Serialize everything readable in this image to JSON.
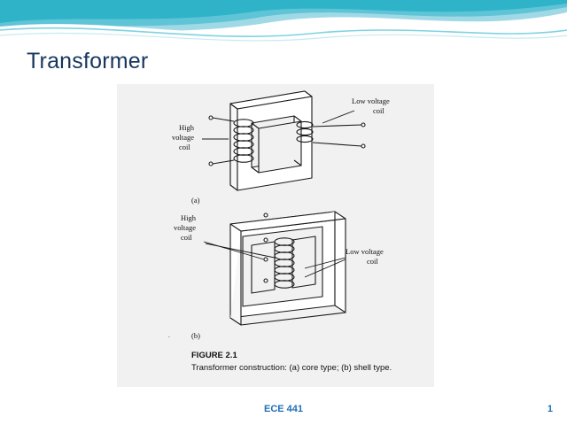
{
  "slide": {
    "title": "Transformer",
    "footer": "ECE 441",
    "page_number": "1",
    "theme": {
      "title_color": "#17365d",
      "footer_color": "#1f6fb5",
      "band_teal": "#3fb9c9",
      "band_light": "#bfe6ef",
      "figure_bg": "#f1f1f1"
    }
  },
  "figure": {
    "caption_label": "FIGURE 2.1",
    "caption_text": "Transformer construction: (a) core type; (b) shell type.",
    "panel_a": {
      "tag": "(a)",
      "label_high": "High\nvoltage\ncoil",
      "label_high_lines": [
        "High",
        "voltage",
        "coil"
      ],
      "label_low_lines": [
        "Low voltage",
        "coil"
      ]
    },
    "panel_b": {
      "tag": "(b)",
      "label_high_lines": [
        "High",
        "voltage",
        "coil"
      ],
      "label_low_lines": [
        "Low voltage",
        "coil"
      ]
    }
  }
}
